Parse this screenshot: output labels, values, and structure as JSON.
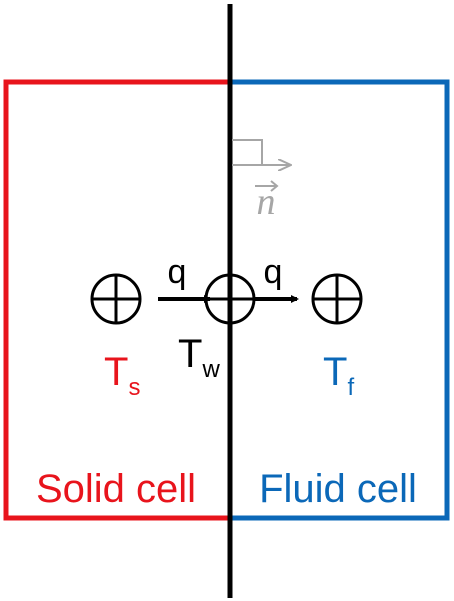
{
  "colors": {
    "solid": "#e8141c",
    "fluid": "#0b68b8",
    "wall": "#000000",
    "normal": "#a6a6a6",
    "text": "#000000"
  },
  "labels": {
    "heat_flux_left": "q",
    "heat_flux_right": "q",
    "solid_temp_base": "T",
    "solid_temp_sub": "s",
    "wall_temp_base": "T",
    "wall_temp_sub": "w",
    "fluid_temp_base": "T",
    "fluid_temp_sub": "f",
    "normal_vector": "n",
    "solid_cell": "Solid cell",
    "fluid_cell": "Fluid cell"
  },
  "icons": {
    "cell_center": "circled-plus-icon",
    "normal_arrow": "right-angle-arrow-icon"
  }
}
